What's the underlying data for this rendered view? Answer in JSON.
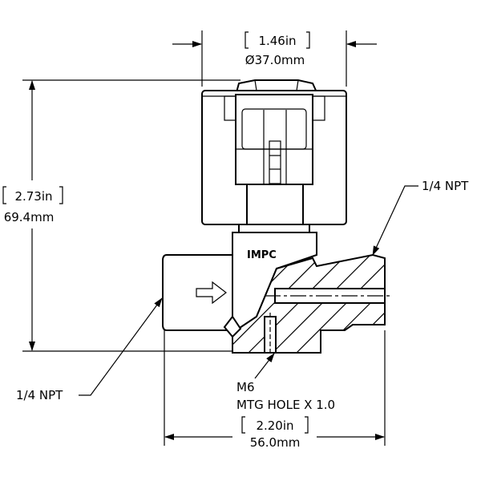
{
  "dimensions": {
    "diameter": {
      "imperial": "1.46in",
      "metric": "Ø37.0mm"
    },
    "height": {
      "imperial": "2.73in",
      "metric": "69.4mm"
    },
    "width": {
      "imperial": "2.20in",
      "metric": "56.0mm"
    }
  },
  "callouts": {
    "outlet_port": "1/4 NPT",
    "inlet_port": "1/4 NPT",
    "mount_line1": "M6",
    "mount_line2": "MTG HOLE X 1.0"
  },
  "logo_text": "IMPC",
  "colors": {
    "line": "#000000",
    "background": "#ffffff"
  }
}
